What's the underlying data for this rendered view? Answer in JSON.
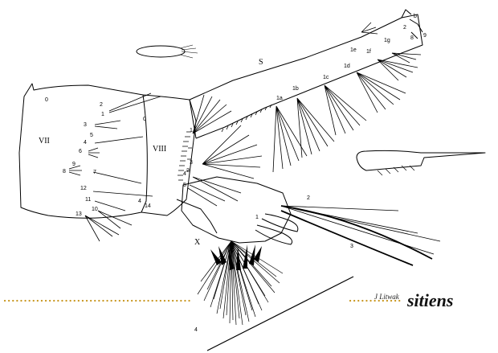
{
  "title": "sitiens",
  "signature": "J Litwak",
  "accent_color": "#c8961e",
  "segment_labels": {
    "vii": "VII",
    "viii": "VIII",
    "x": "X",
    "siphon": "S"
  },
  "labels": {
    "s_2": "2",
    "s_1b": "b",
    "s_8": "8",
    "s_9": "9",
    "s_1e": "1e",
    "s_1g": "1g",
    "s_1f": "1f",
    "s_1d": "1d",
    "s_1c": "1c",
    "s_1b2": "1b",
    "s_1a": "1a",
    "vii_0": "0",
    "vii_2": "2",
    "vii_1": "1",
    "vii_3": "3",
    "vii_5": "5",
    "vii_4": "4",
    "vii_6": "6",
    "vii_9": "9",
    "vii_8": "8",
    "vii_7": "7",
    "vii_12": "12",
    "vii_11": "11",
    "vii_10": "10",
    "vii_13": "13",
    "vii_14": "14",
    "vii_14b": "4",
    "viii_0": "0",
    "viii_1": "1",
    "viii_2": "2",
    "viii_3": "3",
    "viii_4": "4",
    "viii_5": "5",
    "x_1": "1",
    "x_2": "2",
    "x_3": "3",
    "x_4": "4"
  }
}
